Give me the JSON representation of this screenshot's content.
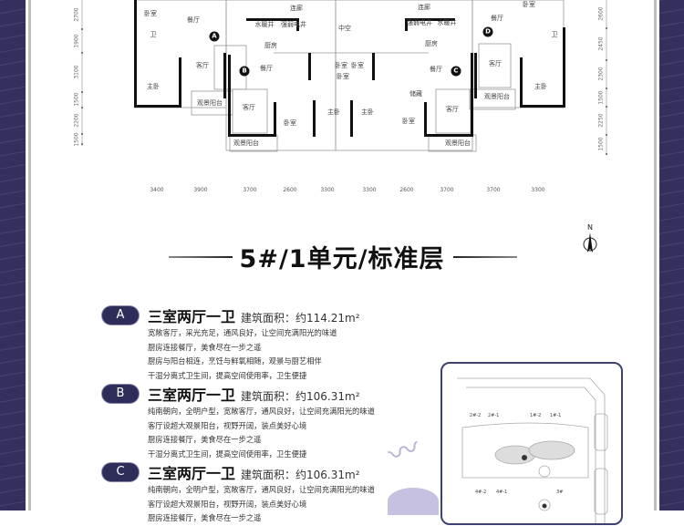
{
  "plan": {
    "units": {
      "A": {
        "marker": "A",
        "rooms": [
          "卧室",
          "餐厅",
          "客厅",
          "主卧",
          "观景阳台",
          "卫"
        ]
      },
      "B": {
        "marker": "B",
        "rooms": [
          "水暖井",
          "强弱电井",
          "厨房",
          "餐厅",
          "客厅",
          "卧室",
          "主卧",
          "卧室",
          "观景阳台"
        ]
      },
      "C": {
        "marker": "C",
        "rooms": [
          "强弱电井",
          "水暖井",
          "厨房",
          "餐厅",
          "卧室",
          "卧室",
          "主卧",
          "储藏",
          "卧室",
          "客厅",
          "观景阳台"
        ]
      },
      "D": {
        "marker": "D",
        "rooms": [
          "卧室",
          "餐厅",
          "客厅",
          "主卧",
          "观景阳台",
          "卫"
        ]
      }
    },
    "shared": [
      "连廊",
      "中空",
      "连廊"
    ],
    "left_dims": [
      "2700",
      "1900",
      "3100",
      "1500",
      "2200",
      "1500"
    ],
    "right_dims": [
      "2600",
      "2450",
      "2300",
      "1500",
      "2250",
      "1500"
    ],
    "bottom_dims": [
      "3400",
      "3900",
      "3700",
      "2600",
      "3300",
      "3300",
      "2600",
      "3700",
      "3700",
      "3300"
    ]
  },
  "title": "5#/1单元/标准层",
  "compass": {
    "label": "N"
  },
  "units": [
    {
      "badge": "A",
      "name": "三室两厅一卫",
      "area": "建筑面积：约114.21m²",
      "desc": [
        "宽敞客厅，采光充足，通风良好，让空间充满阳光的味道",
        "厨房连接餐厅，美食尽在一步之遥",
        "厨房与阳台相连，烹饪与鲜氧相随，观景与厨艺相伴",
        "干湿分离式卫生间，提高空间使用率，卫生便捷"
      ]
    },
    {
      "badge": "B",
      "name": "三室两厅一卫",
      "area": "建筑面积：约106.31m²",
      "desc": [
        "纯南朝向，全明户型，宽敞客厅，通风良好，让空间充满阳光的味道",
        "客厅设超大观景阳台，视野开阔，装点美好心境",
        "厨房连接餐厅，美食尽在一步之遥",
        "干湿分离式卫生间，提高空间使用率，卫生便捷"
      ]
    },
    {
      "badge": "C",
      "name": "三室两厅一卫",
      "area": "建筑面积：约106.31m²",
      "desc": [
        "纯南朝向，全明户型，宽敞客厅，通风良好，让空间充满阳光的味道",
        "客厅设超大观景阳台，视野开阔，装点美好心境",
        "厨房连接餐厅，美食尽在一步之遥"
      ]
    }
  ],
  "site_plan": {
    "buildings": [
      "2#-2",
      "2#-1",
      "1#-2",
      "1#-1",
      "4#-2",
      "4#-1",
      "3#"
    ]
  }
}
